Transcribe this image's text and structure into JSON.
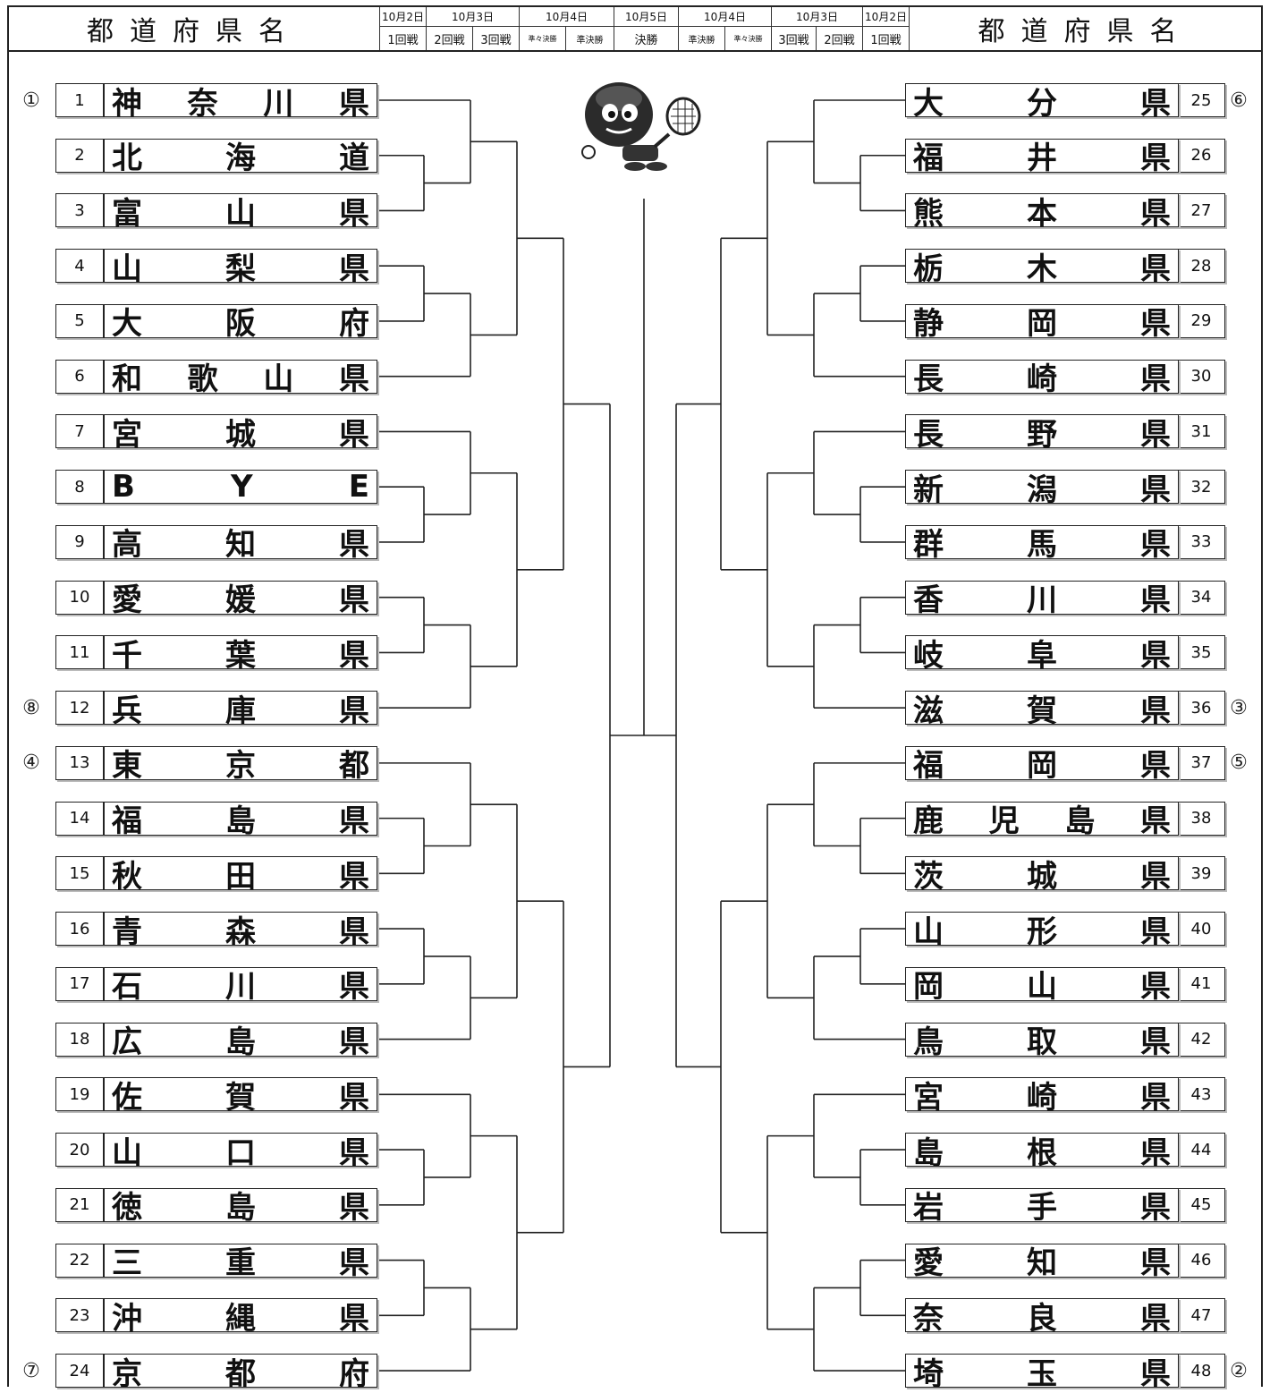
{
  "header": {
    "left_title": "都道府県名",
    "right_title": "都道府県名",
    "columns": [
      {
        "date": "10月2日",
        "round": "1回戦"
      },
      {
        "date": "10月3日",
        "round": "2回戦"
      },
      {
        "date": "",
        "round": "3回戦"
      },
      {
        "date": "10月4日",
        "round": "準々決勝"
      },
      {
        "date": "",
        "round": "準決勝"
      },
      {
        "date": "10月5日",
        "round": "決勝"
      },
      {
        "date": "10月4日",
        "round": "準決勝"
      },
      {
        "date": "",
        "round": "準々決勝"
      },
      {
        "date": "10月3日",
        "round": "3回戦"
      },
      {
        "date": "",
        "round": "2回戦"
      },
      {
        "date": "10月2日",
        "round": "1回戦"
      }
    ]
  },
  "left_entries": [
    {
      "num": "1",
      "chars": [
        "神",
        "奈",
        "川",
        "県"
      ],
      "seed": "①"
    },
    {
      "num": "2",
      "chars": [
        "北",
        "海",
        "道"
      ],
      "seed": ""
    },
    {
      "num": "3",
      "chars": [
        "富",
        "山",
        "県"
      ],
      "seed": ""
    },
    {
      "num": "4",
      "chars": [
        "山",
        "梨",
        "県"
      ],
      "seed": ""
    },
    {
      "num": "5",
      "chars": [
        "大",
        "阪",
        "府"
      ],
      "seed": ""
    },
    {
      "num": "6",
      "chars": [
        "和",
        "歌",
        "山",
        "県"
      ],
      "seed": ""
    },
    {
      "num": "7",
      "chars": [
        "宮",
        "城",
        "県"
      ],
      "seed": ""
    },
    {
      "num": "8",
      "chars": [
        "B",
        "Y",
        "E"
      ],
      "seed": ""
    },
    {
      "num": "9",
      "chars": [
        "高",
        "知",
        "県"
      ],
      "seed": ""
    },
    {
      "num": "10",
      "chars": [
        "愛",
        "媛",
        "県"
      ],
      "seed": ""
    },
    {
      "num": "11",
      "chars": [
        "千",
        "葉",
        "県"
      ],
      "seed": ""
    },
    {
      "num": "12",
      "chars": [
        "兵",
        "庫",
        "県"
      ],
      "seed": "⑧"
    },
    {
      "num": "13",
      "chars": [
        "東",
        "京",
        "都"
      ],
      "seed": "④"
    },
    {
      "num": "14",
      "chars": [
        "福",
        "島",
        "県"
      ],
      "seed": ""
    },
    {
      "num": "15",
      "chars": [
        "秋",
        "田",
        "県"
      ],
      "seed": ""
    },
    {
      "num": "16",
      "chars": [
        "青",
        "森",
        "県"
      ],
      "seed": ""
    },
    {
      "num": "17",
      "chars": [
        "石",
        "川",
        "県"
      ],
      "seed": ""
    },
    {
      "num": "18",
      "chars": [
        "広",
        "島",
        "県"
      ],
      "seed": ""
    },
    {
      "num": "19",
      "chars": [
        "佐",
        "賀",
        "県"
      ],
      "seed": ""
    },
    {
      "num": "20",
      "chars": [
        "山",
        "口",
        "県"
      ],
      "seed": ""
    },
    {
      "num": "21",
      "chars": [
        "徳",
        "島",
        "県"
      ],
      "seed": ""
    },
    {
      "num": "22",
      "chars": [
        "三",
        "重",
        "県"
      ],
      "seed": ""
    },
    {
      "num": "23",
      "chars": [
        "沖",
        "縄",
        "県"
      ],
      "seed": ""
    },
    {
      "num": "24",
      "chars": [
        "京",
        "都",
        "府"
      ],
      "seed": "⑦"
    }
  ],
  "right_entries": [
    {
      "num": "25",
      "chars": [
        "大",
        "分",
        "県"
      ],
      "seed": "⑥"
    },
    {
      "num": "26",
      "chars": [
        "福",
        "井",
        "県"
      ],
      "seed": ""
    },
    {
      "num": "27",
      "chars": [
        "熊",
        "本",
        "県"
      ],
      "seed": ""
    },
    {
      "num": "28",
      "chars": [
        "栃",
        "木",
        "県"
      ],
      "seed": ""
    },
    {
      "num": "29",
      "chars": [
        "静",
        "岡",
        "県"
      ],
      "seed": ""
    },
    {
      "num": "30",
      "chars": [
        "長",
        "崎",
        "県"
      ],
      "seed": ""
    },
    {
      "num": "31",
      "chars": [
        "長",
        "野",
        "県"
      ],
      "seed": ""
    },
    {
      "num": "32",
      "chars": [
        "新",
        "潟",
        "県"
      ],
      "seed": ""
    },
    {
      "num": "33",
      "chars": [
        "群",
        "馬",
        "県"
      ],
      "seed": ""
    },
    {
      "num": "34",
      "chars": [
        "香",
        "川",
        "県"
      ],
      "seed": ""
    },
    {
      "num": "35",
      "chars": [
        "岐",
        "阜",
        "県"
      ],
      "seed": ""
    },
    {
      "num": "36",
      "chars": [
        "滋",
        "賀",
        "県"
      ],
      "seed": "③"
    },
    {
      "num": "37",
      "chars": [
        "福",
        "岡",
        "県"
      ],
      "seed": "⑤"
    },
    {
      "num": "38",
      "chars": [
        "鹿",
        "児",
        "島",
        "県"
      ],
      "seed": ""
    },
    {
      "num": "39",
      "chars": [
        "茨",
        "城",
        "県"
      ],
      "seed": ""
    },
    {
      "num": "40",
      "chars": [
        "山",
        "形",
        "県"
      ],
      "seed": ""
    },
    {
      "num": "41",
      "chars": [
        "岡",
        "山",
        "県"
      ],
      "seed": ""
    },
    {
      "num": "42",
      "chars": [
        "鳥",
        "取",
        "県"
      ],
      "seed": ""
    },
    {
      "num": "43",
      "chars": [
        "宮",
        "崎",
        "県"
      ],
      "seed": ""
    },
    {
      "num": "44",
      "chars": [
        "島",
        "根",
        "県"
      ],
      "seed": ""
    },
    {
      "num": "45",
      "chars": [
        "岩",
        "手",
        "県"
      ],
      "seed": ""
    },
    {
      "num": "46",
      "chars": [
        "愛",
        "知",
        "県"
      ],
      "seed": ""
    },
    {
      "num": "47",
      "chars": [
        "奈",
        "良",
        "県"
      ],
      "seed": ""
    },
    {
      "num": "48",
      "chars": [
        "埼",
        "玉",
        "県"
      ],
      "seed": "②"
    }
  ],
  "mascot": {
    "icon": "tennis-mascot-icon"
  },
  "colors": {
    "line": "#222222",
    "shadow": "#bbbbbb"
  }
}
